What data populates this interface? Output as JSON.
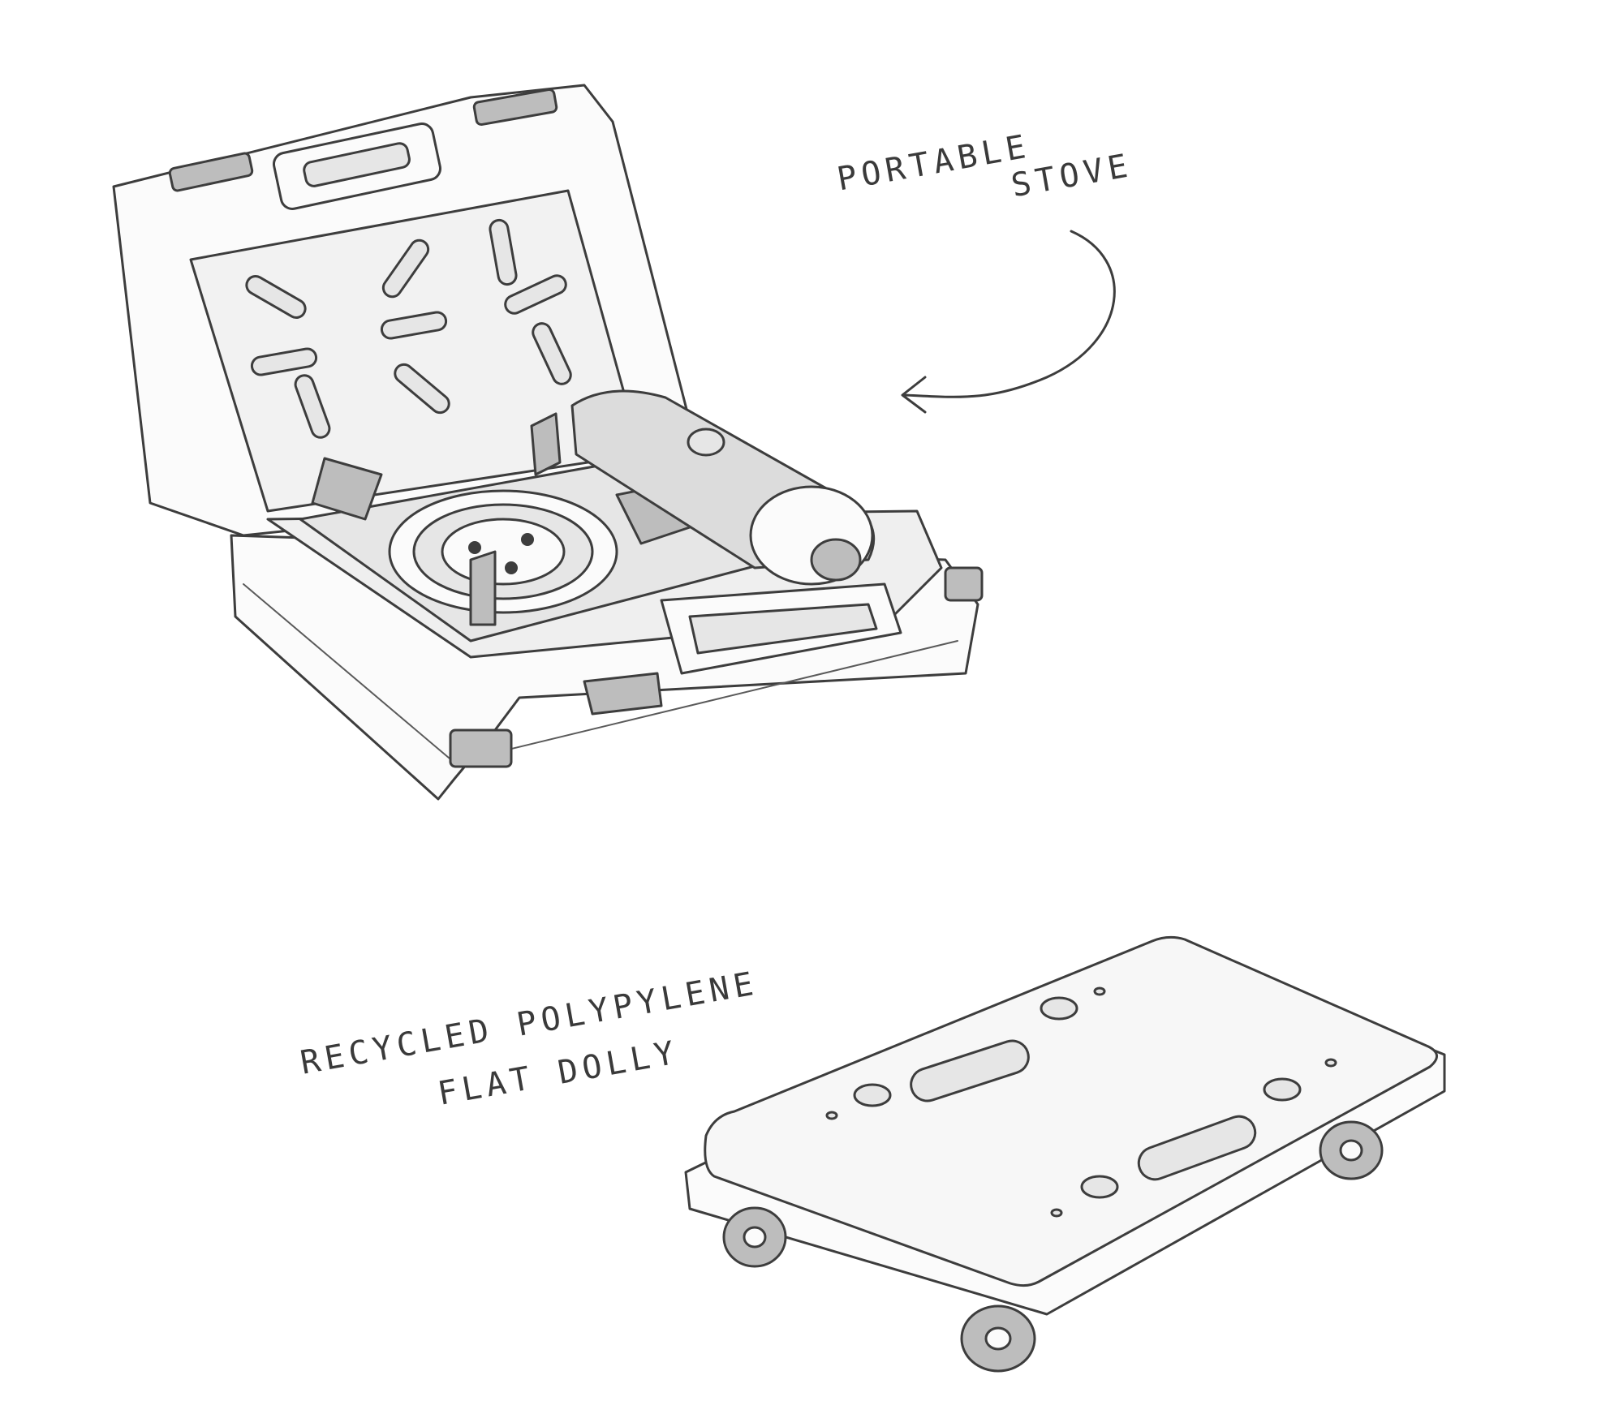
{
  "labels": {
    "stove_line1": "PORTABLE",
    "stove_line2": "STOVE",
    "dolly_line1": "RECYCLED POLYPYLENE",
    "dolly_line2": "FLAT DOLLY"
  },
  "colors": {
    "background": "#ffffff",
    "ink": "#3d3d3d",
    "shading": "#e6e6e6"
  }
}
